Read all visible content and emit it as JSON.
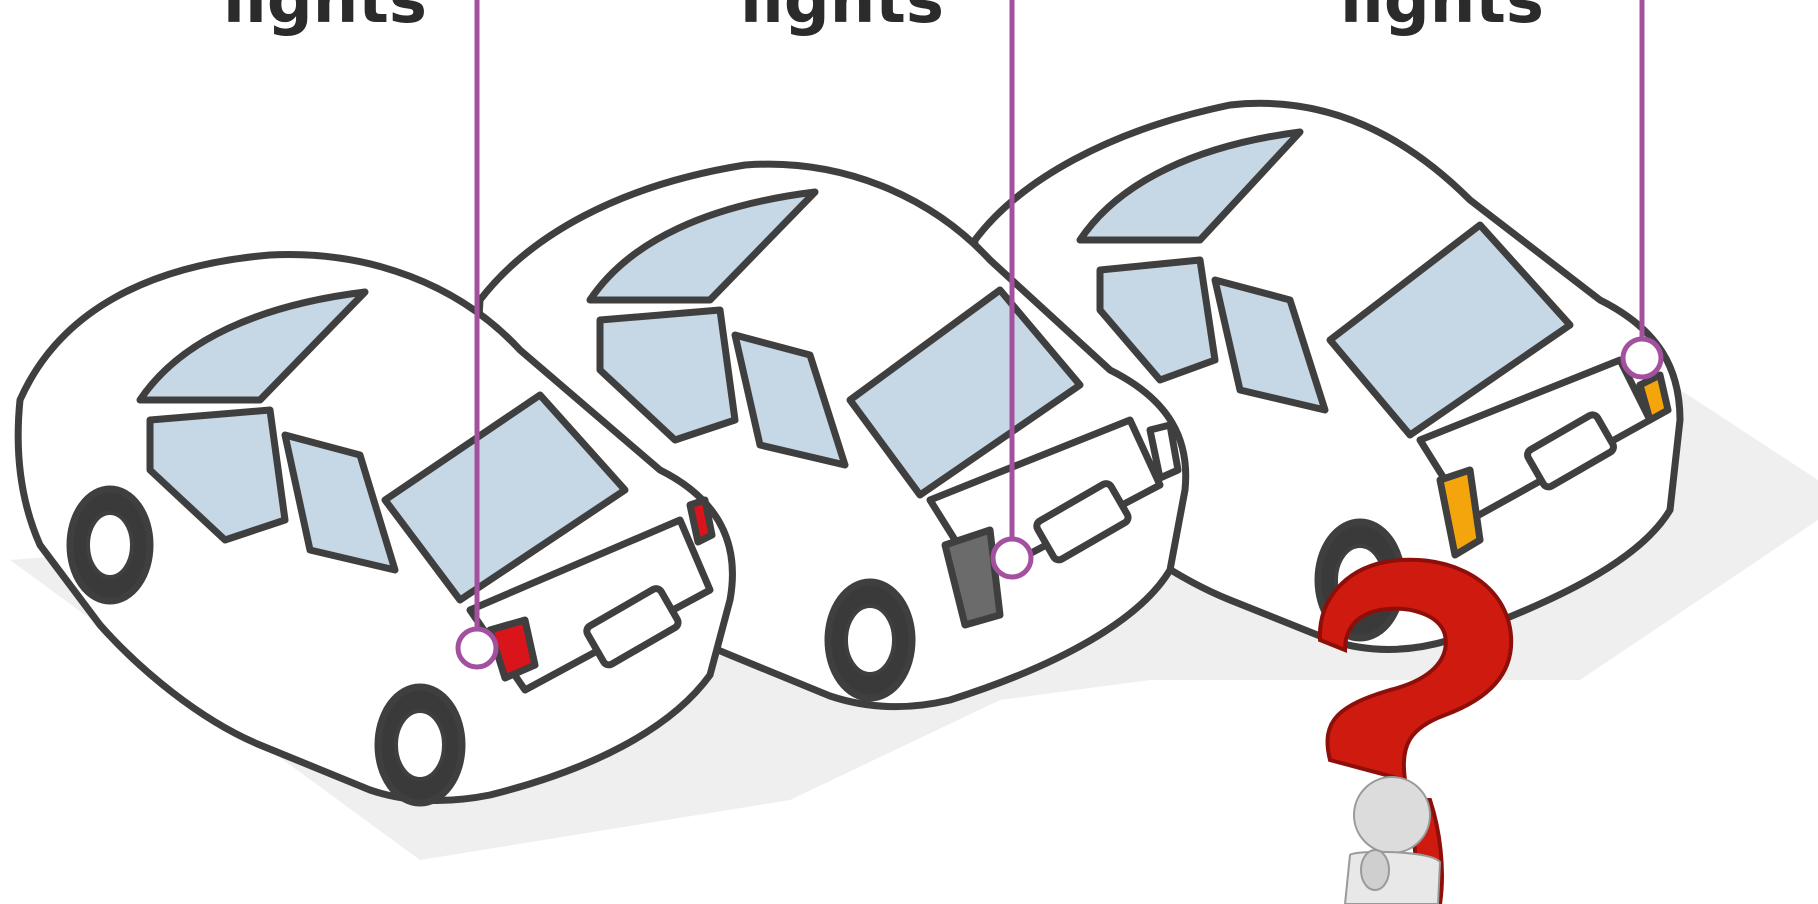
{
  "callouts": [
    {
      "id": "left-car",
      "text": "lights",
      "light_color": "#d9141b"
    },
    {
      "id": "middle-car",
      "text": "lights",
      "light_color": "#ffffff"
    },
    {
      "id": "right-car",
      "text": "lights",
      "light_color": "#f5a50c"
    }
  ],
  "colors": {
    "leader_line": "#a3509e",
    "car_outline": "#3f3f3f",
    "car_body": "#ffffff",
    "glass": "#c6d7e5",
    "shadow": "#efefef",
    "tire": "#3a3a3a",
    "question_mark": "#cf1a10"
  },
  "icons": [
    "question-mark-icon",
    "thinking-person-icon"
  ]
}
